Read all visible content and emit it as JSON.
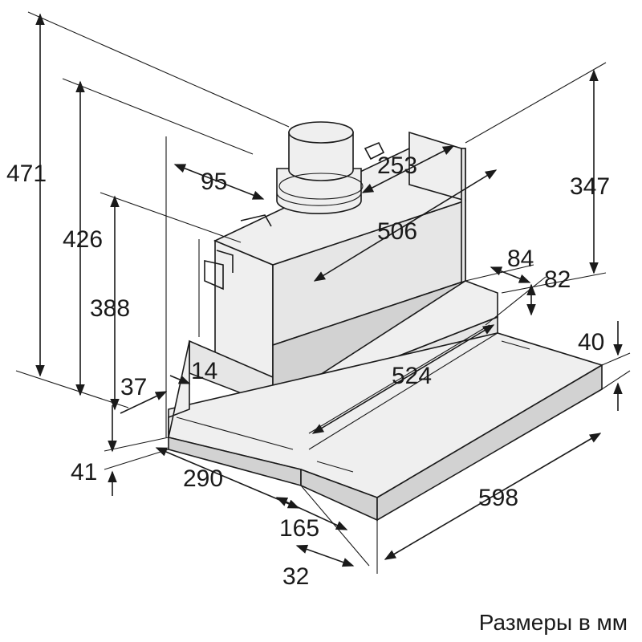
{
  "dimensions": {
    "d471": "471",
    "d426": "426",
    "d388": "388",
    "d347": "347",
    "d95": "95",
    "d253": "253",
    "d506": "506",
    "d84": "84",
    "d82": "82",
    "d40": "40",
    "d14": "14",
    "d37": "37",
    "d524": "524",
    "d41": "41",
    "d290": "290",
    "d165": "165",
    "d32": "32",
    "d598": "598"
  },
  "caption": "Размеры в мм"
}
